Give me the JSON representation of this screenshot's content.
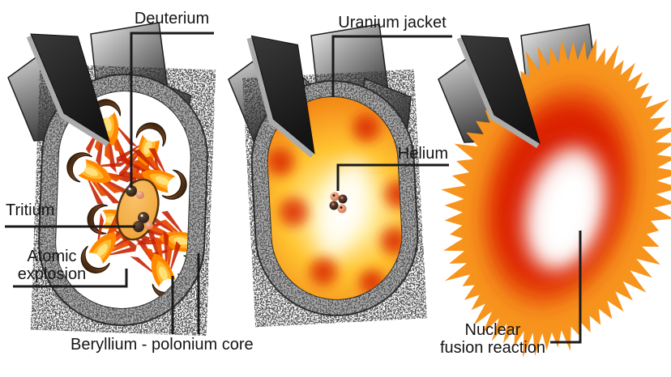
{
  "panels": {
    "fission": {
      "labels": {
        "deuterium": "Deuterium",
        "tritium": "Tritium",
        "atomic_explosion": "Atomic\nexplosion",
        "beryllium_core": "Beryllium - polonium core"
      }
    },
    "compression": {
      "labels": {
        "uranium_jacket": "Uranium jacket",
        "helium": "Helium"
      }
    },
    "fusion": {
      "labels": {
        "nuclear_fusion": "Nuclear\nfusion reaction"
      }
    }
  },
  "colors": {
    "background": "#ffffff",
    "casing_gray": "#b0b0b0",
    "fin_dark": "#242424",
    "fin_light": "#cfcfcf",
    "interior_white": "#ffffff",
    "flame_orange": "#f7941d",
    "explosion_red": "#d81500",
    "hot_white": "#ffffff",
    "capsule_orange": "#f4a942",
    "crescent_brown": "#6b4120",
    "fuel_ball_dark": "#241710",
    "fuel_ball_salmon": "#ea9671",
    "label_line": "#1a1a1a"
  }
}
